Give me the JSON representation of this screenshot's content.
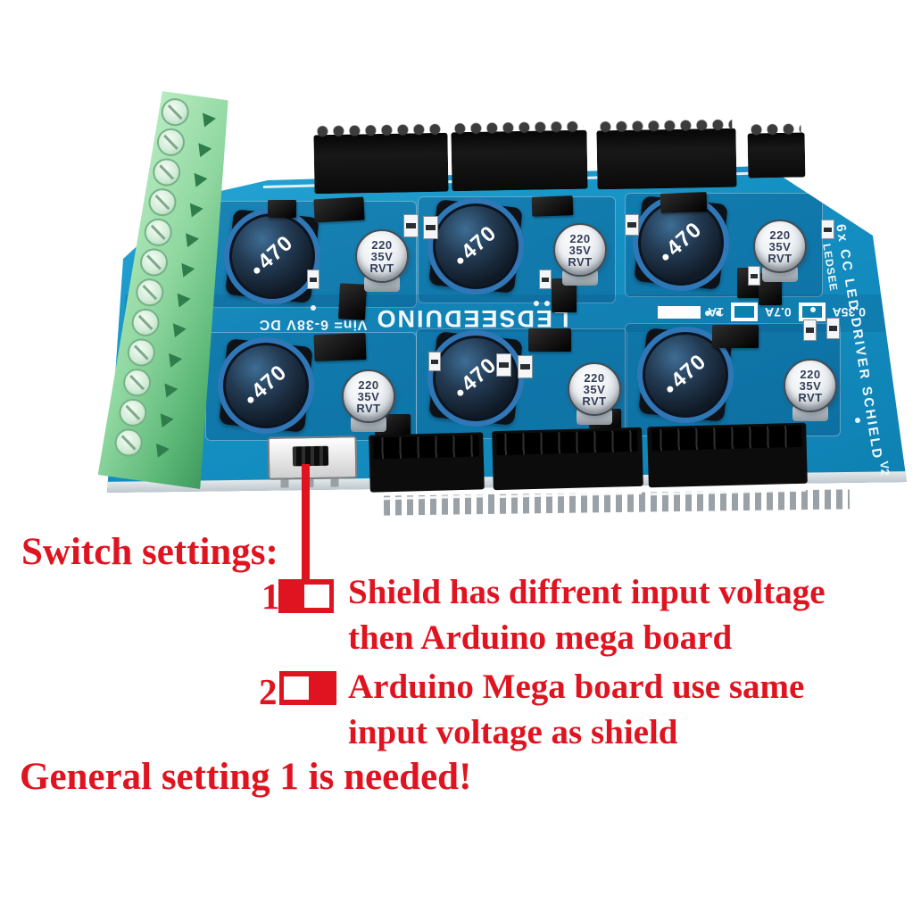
{
  "image_type": "annotated product photo of an LED driver shield PCB",
  "annotations": {
    "accent_color": "#df1420",
    "title": "Switch settings:",
    "items": [
      {
        "number": "1",
        "switch_position": "right",
        "line1": "Shield has diffrent input voltage",
        "line2": "then Arduino mega board"
      },
      {
        "number": "2",
        "switch_position": "left",
        "line1": "Arduino Mega board use same",
        "line2": "input voltage as shield"
      }
    ],
    "footer": "General setting 1 is needed!"
  },
  "board": {
    "colors": {
      "pcb_blue": "#1591c4",
      "terminal_green": "#8fd7a0"
    },
    "silkscreen": {
      "brand": "LEDSEEDUINO",
      "vin": "Vin= 6-38V DC",
      "current_options": [
        "0.35A",
        "0.7A",
        "1A"
      ],
      "side_label": "6x CC LED DRIVER SCHIELD",
      "side_brand": "LEDSEE",
      "version": "V2"
    },
    "components": {
      "inductor_label": "470",
      "capacitor_lines": [
        "220",
        "35V",
        "RVT"
      ],
      "inductor_count": 6,
      "capacitor_count": 6
    },
    "terminal_positions": 12
  }
}
